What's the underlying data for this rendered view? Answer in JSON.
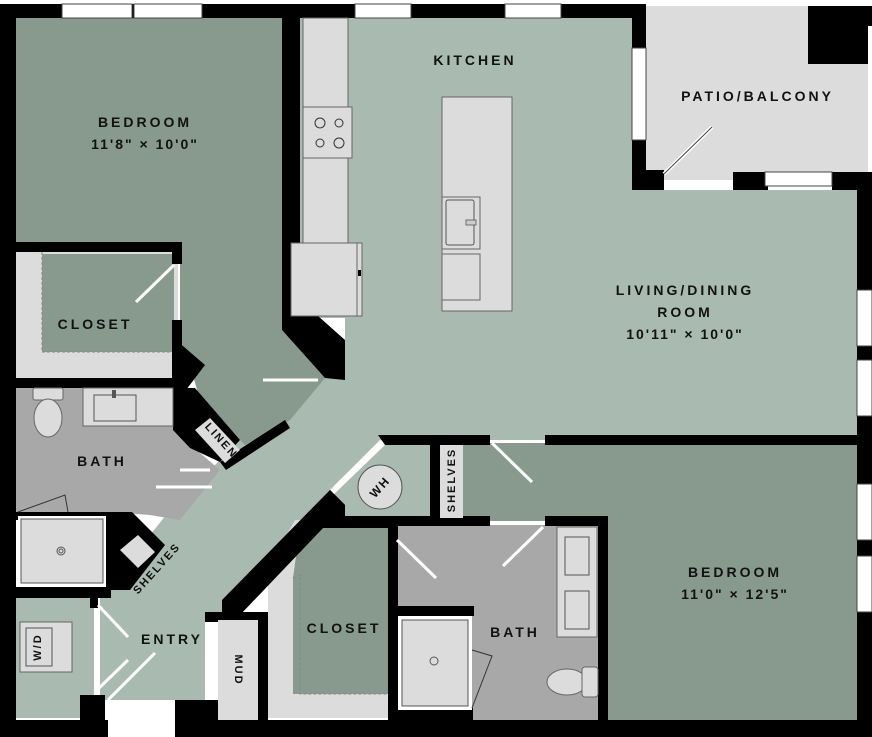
{
  "plan": {
    "colors": {
      "wall": "#000000",
      "bedroom": "#889a8d",
      "living": "#a9bbb1",
      "bath": "#a8a8a8",
      "counter": "#dddcdd",
      "patio": "#dcdcdc",
      "window": "#ffffff"
    },
    "rooms": {
      "bedroom1": {
        "name": "BEDROOM",
        "dims": "11'8\" × 10'0\""
      },
      "closet1": {
        "name": "CLOSET"
      },
      "bath1": {
        "name": "BATH"
      },
      "linen": {
        "name": "LINEN"
      },
      "shelves1": {
        "name": "SHELVES"
      },
      "kitchen": {
        "name": "KITCHEN"
      },
      "patio": {
        "name": "PATIO/BALCONY"
      },
      "living": {
        "name": "LIVING/DINING",
        "name2": "ROOM",
        "dims": "10'11\" × 10'0\""
      },
      "wh": {
        "name": "WH"
      },
      "shelves2": {
        "name": "SHELVES"
      },
      "bedroom2": {
        "name": "BEDROOM",
        "dims": "11'0\" × 12'5\""
      },
      "closet2": {
        "name": "CLOSET"
      },
      "bath2": {
        "name": "BATH"
      },
      "entry": {
        "name": "ENTRY"
      },
      "wd": {
        "name": "W/D"
      },
      "mud": {
        "name": "MUD"
      }
    }
  }
}
